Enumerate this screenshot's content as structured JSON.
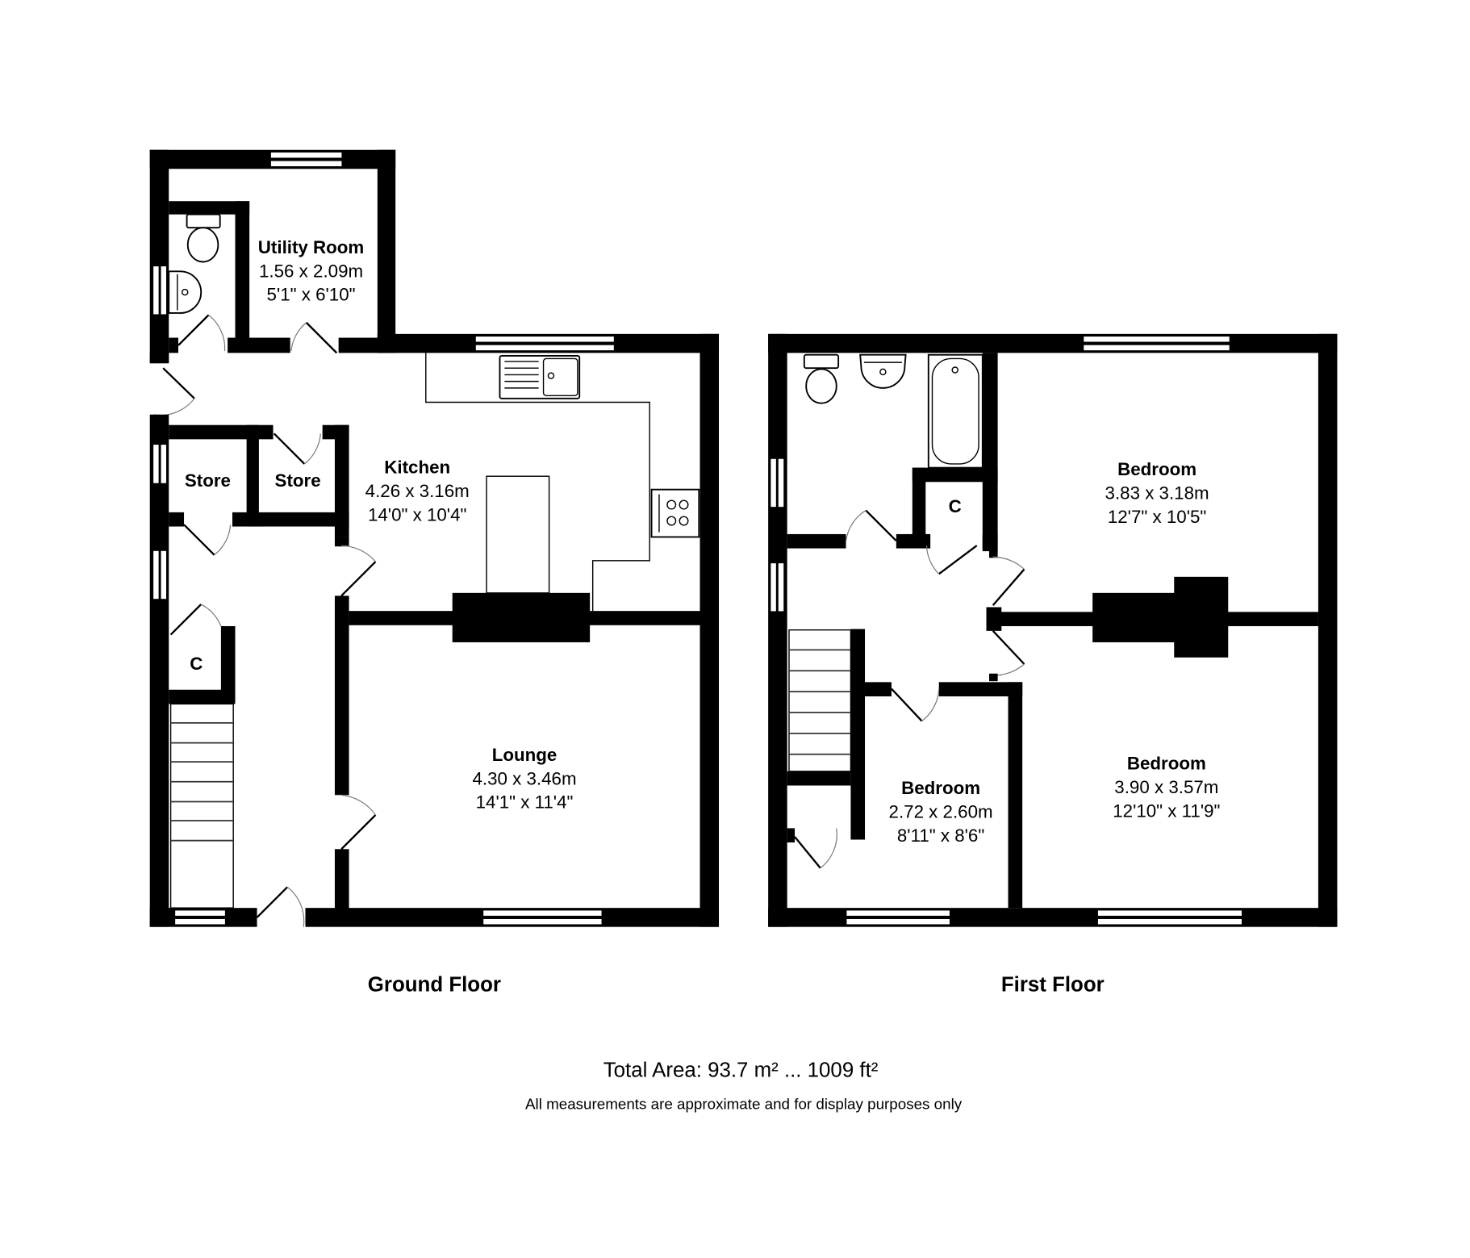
{
  "ground_floor": {
    "label": "Ground Floor",
    "rooms": {
      "utility": {
        "name": "Utility Room",
        "metric": "1.56 x 2.09m",
        "imperial": "5'1\" x 6'10\""
      },
      "store1": {
        "name": "Store"
      },
      "store2": {
        "name": "Store"
      },
      "kitchen": {
        "name": "Kitchen",
        "metric": "4.26 x 3.16m",
        "imperial": "14'0\" x 10'4\""
      },
      "cupboard": {
        "name": "C"
      },
      "lounge": {
        "name": "Lounge",
        "metric": "4.30 x 3.46m",
        "imperial": "14'1\" x 11'4\""
      }
    }
  },
  "first_floor": {
    "label": "First Floor",
    "rooms": {
      "cupboard": {
        "name": "C"
      },
      "bedroom1": {
        "name": "Bedroom",
        "metric": "3.83 x 3.18m",
        "imperial": "12'7\" x 10'5\""
      },
      "bedroom2": {
        "name": "Bedroom",
        "metric": "2.72 x 2.60m",
        "imperial": "8'11\" x 8'6\""
      },
      "bedroom3": {
        "name": "Bedroom",
        "metric": "3.90 x 3.57m",
        "imperial": "12'10\" x 11'9\""
      }
    }
  },
  "footer": {
    "total_area": "Total Area: 93.7 m² ... 1009 ft²",
    "disclaimer": "All measurements are approximate and for display purposes only"
  },
  "colors": {
    "wall": "#000000",
    "background": "#ffffff"
  }
}
